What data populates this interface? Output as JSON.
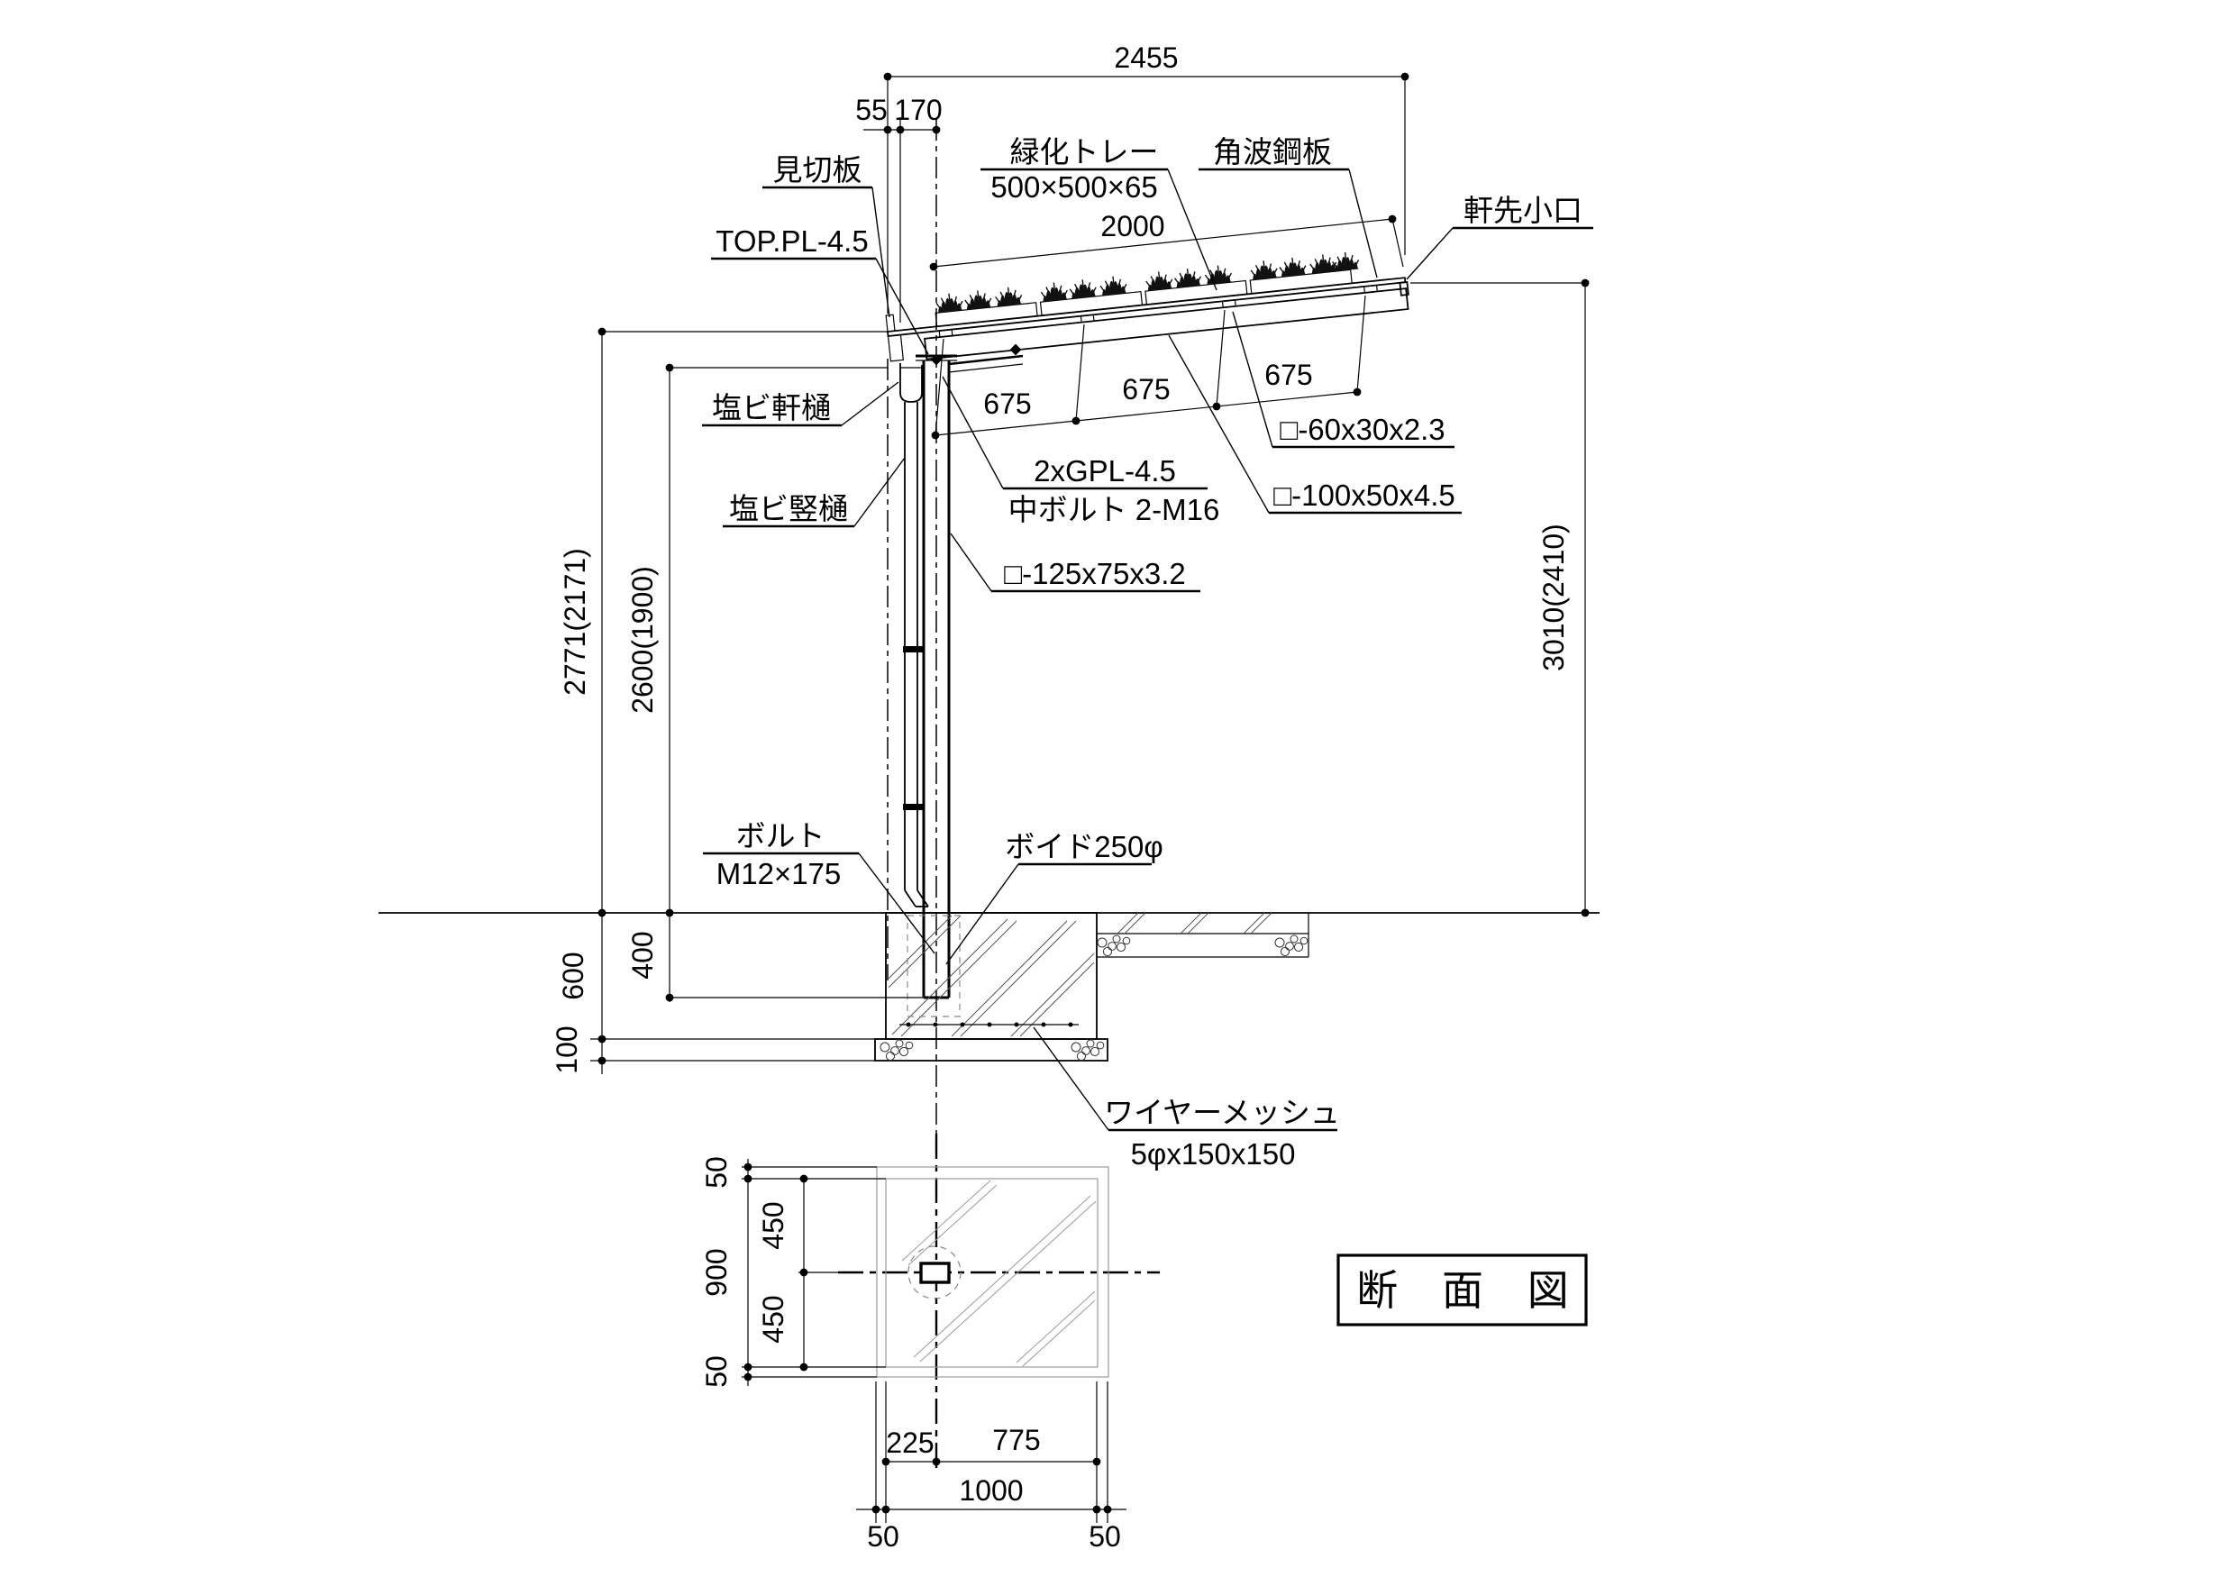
{
  "drawing": {
    "title": "断 面 図",
    "dims": {
      "overall_width": "2455",
      "edge_offset": "55",
      "gutter_offset": "170",
      "roof_length": "2000",
      "purlin_span_1": "675",
      "purlin_span_2": "675",
      "purlin_span_3": "675",
      "height_outer": "2771(2171)",
      "height_inner": "2600(1900)",
      "height_right": "3010(2410)",
      "footing_depth": "600",
      "embed_depth": "400",
      "base_depth": "100",
      "plan_50_top": "50",
      "plan_450_top": "450",
      "plan_900": "900",
      "plan_450_bottom": "450",
      "plan_50_bottom": "50",
      "plan_225": "225",
      "plan_775": "775",
      "plan_1000": "1000",
      "plan_50_left": "50",
      "plan_50_right": "50"
    },
    "labels": {
      "mikiriita": "見切板",
      "top_plate": "TOP.PL-4.5",
      "green_tray": "緑化トレー",
      "green_tray_size": "500×500×65",
      "corrugated_sheet": "角波鋼板",
      "eaves_edge": "軒先小口",
      "eaves_gutter": "塩ビ軒樋",
      "downspout": "塩ビ竪樋",
      "gusset_plate": "2xGPL-4.5",
      "center_bolt": "中ボルト 2-M16",
      "post_section": "□-125x75x3.2",
      "purlin_section": "□-60x30x2.3",
      "beam_section": "□-100x50x4.5",
      "bolt": "ボルト",
      "bolt_size": "M12×175",
      "void_form": "ボイド250φ",
      "wire_mesh": "ワイヤーメッシュ",
      "wire_mesh_size": "5φx150x150"
    }
  }
}
